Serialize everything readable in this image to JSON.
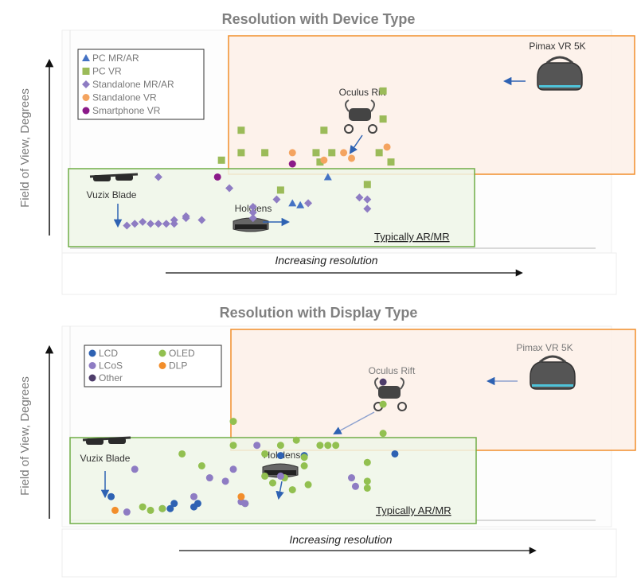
{
  "chart_data": [
    {
      "type": "scatter",
      "title": "Resolution with Device Type",
      "ylabel": "Field of View, Degrees",
      "xlabel": "Increasing resolution",
      "xlim": [
        0,
        100
      ],
      "ylim": [
        0,
        100
      ],
      "legend_position": "top-left",
      "regions": [
        {
          "label": "",
          "color": "#f28e2b",
          "x": [
            37,
            100
          ],
          "y": [
            38,
            100
          ]
        },
        {
          "label": "Typically AR/MR",
          "color": "#70ad47",
          "x": [
            0,
            78
          ],
          "y": [
            -4,
            40
          ]
        }
      ],
      "annotations": [
        {
          "text": "Pimax VR 5K",
          "image": "headset-icon",
          "x": 90,
          "y": 84,
          "point": [
            78,
            79
          ]
        },
        {
          "text": "Oculus Rift",
          "image": "headset-icon",
          "x": 55,
          "y": 65,
          "point": [
            55,
            46
          ]
        },
        {
          "text": "Vuzix Blade",
          "image": "glasses-icon",
          "x": 8,
          "y": 33,
          "point": [
            9,
            11
          ]
        },
        {
          "text": "Hololens",
          "image": "hololens-icon",
          "x": 34,
          "y": 20,
          "point": [
            42,
            15
          ]
        }
      ],
      "series": [
        {
          "name": "PC MR/AR",
          "marker": "triangle",
          "color": "#4472c4",
          "points": [
            [
              64,
              33
            ],
            [
              57,
              18
            ],
            [
              55,
              19
            ]
          ]
        },
        {
          "name": "PC VR",
          "marker": "square",
          "color": "#9bbb59",
          "points": [
            [
              78,
              79
            ],
            [
              78,
              64
            ],
            [
              42,
              58
            ],
            [
              63,
              58
            ],
            [
              42,
              46
            ],
            [
              48,
              46
            ],
            [
              61,
              46
            ],
            [
              65,
              46
            ],
            [
              77,
              46
            ],
            [
              37,
              42
            ],
            [
              62,
              41
            ],
            [
              80,
              41
            ],
            [
              52,
              26
            ],
            [
              74,
              29
            ]
          ]
        },
        {
          "name": "Standalone MR/AR",
          "marker": "diamond",
          "color": "#8e7cc3",
          "points": [
            [
              21,
              33
            ],
            [
              39,
              27
            ],
            [
              51,
              21
            ],
            [
              59,
              19
            ],
            [
              72,
              22
            ],
            [
              74,
              21
            ],
            [
              74,
              16
            ],
            [
              45,
              17
            ],
            [
              45,
              14
            ],
            [
              45,
              11
            ],
            [
              32,
              10
            ],
            [
              28,
              11
            ],
            [
              28,
              12
            ],
            [
              25,
              8
            ],
            [
              25,
              10
            ],
            [
              23,
              8
            ],
            [
              21,
              8
            ],
            [
              19,
              8
            ],
            [
              17,
              9
            ],
            [
              15,
              8
            ],
            [
              13,
              7
            ]
          ]
        },
        {
          "name": "Standalone VR",
          "marker": "circle",
          "color": "#f4a460",
          "points": [
            [
              55,
              46
            ],
            [
              68,
              46
            ],
            [
              70,
              43
            ],
            [
              79,
              49
            ],
            [
              55,
              40
            ],
            [
              63,
              42
            ]
          ]
        },
        {
          "name": "Smartphone VR",
          "marker": "circle",
          "color": "#8b1a89",
          "points": [
            [
              36,
              33
            ],
            [
              55,
              40
            ]
          ]
        }
      ]
    },
    {
      "type": "scatter",
      "title": "Resolution with Display Type",
      "ylabel": "Field of View, Degrees",
      "xlabel": "Increasing resolution",
      "xlim": [
        0,
        100
      ],
      "ylim": [
        0,
        100
      ],
      "legend_position": "top-left",
      "regions": [
        {
          "label": "",
          "color": "#f28e2b",
          "x": [
            36,
            100
          ],
          "y": [
            39,
            100
          ]
        },
        {
          "label": "Typically AR/MR",
          "color": "#70ad47",
          "x": [
            0,
            78
          ],
          "y": [
            -3,
            45
          ]
        }
      ],
      "annotations": [
        {
          "text": "Pimax VR 5K",
          "image": "headset-icon",
          "x": 90,
          "y": 78,
          "point": [
            78,
            79
          ]
        },
        {
          "text": "Oculus Rift",
          "image": "headset-icon",
          "x": 60,
          "y": 67,
          "point": [
            52,
            48
          ]
        },
        {
          "text": "Vuzix Blade",
          "image": "glasses-icon",
          "x": 8,
          "y": 35,
          "point": [
            9,
            12
          ]
        },
        {
          "text": "Hololens",
          "image": "hololens-icon",
          "x": 40,
          "y": 24,
          "point": [
            42,
            11
          ]
        }
      ],
      "series": [
        {
          "name": "LCD",
          "marker": "circle",
          "color": "#2e62b3",
          "points": [
            [
              52,
              36
            ],
            [
              58,
              36
            ],
            [
              81,
              37
            ],
            [
              31,
              8
            ],
            [
              30,
              6
            ],
            [
              25,
              8
            ],
            [
              24,
              5
            ],
            [
              22,
              5
            ],
            [
              9,
              12
            ]
          ]
        },
        {
          "name": "OLED",
          "marker": "circle",
          "color": "#92c050",
          "points": [
            [
              78,
              66
            ],
            [
              78,
              49
            ],
            [
              40,
              56
            ],
            [
              40,
              42
            ],
            [
              52,
              42
            ],
            [
              64,
              42
            ],
            [
              58,
              35
            ],
            [
              58,
              30
            ],
            [
              62,
              42
            ],
            [
              66,
              42
            ],
            [
              74,
              32
            ],
            [
              74,
              21
            ],
            [
              74,
              17
            ],
            [
              32,
              30
            ],
            [
              27,
              37
            ],
            [
              48,
              37
            ],
            [
              48,
              24
            ],
            [
              43,
              8
            ],
            [
              50,
              20
            ],
            [
              53,
              23
            ],
            [
              55,
              16
            ],
            [
              59,
              19
            ],
            [
              56,
              45
            ],
            [
              22,
              5
            ],
            [
              19,
              4
            ],
            [
              17,
              6
            ]
          ]
        },
        {
          "name": "LCoS",
          "marker": "circle",
          "color": "#8e7cc3",
          "points": [
            [
              15,
              28
            ],
            [
              34,
              23
            ],
            [
              38,
              21
            ],
            [
              40,
              28
            ],
            [
              46,
              42
            ],
            [
              52,
              24
            ],
            [
              70,
              23
            ],
            [
              71,
              18
            ],
            [
              42,
              9
            ],
            [
              43,
              8
            ],
            [
              30,
              12
            ],
            [
              13,
              3
            ]
          ]
        },
        {
          "name": "DLP",
          "marker": "circle",
          "color": "#f28e2b",
          "points": [
            [
              42,
              12
            ],
            [
              10,
              4
            ]
          ]
        },
        {
          "name": "Other",
          "marker": "circle",
          "color": "#4e3d6b",
          "points": [
            [
              78,
              79
            ]
          ]
        }
      ]
    }
  ],
  "legend": {
    "chart1": [
      "PC MR/AR",
      "PC VR",
      "Standalone MR/AR",
      "Standalone VR",
      "Smartphone VR"
    ],
    "chart2": [
      "LCD",
      "OLED",
      "LCoS",
      "DLP",
      "Other"
    ]
  }
}
